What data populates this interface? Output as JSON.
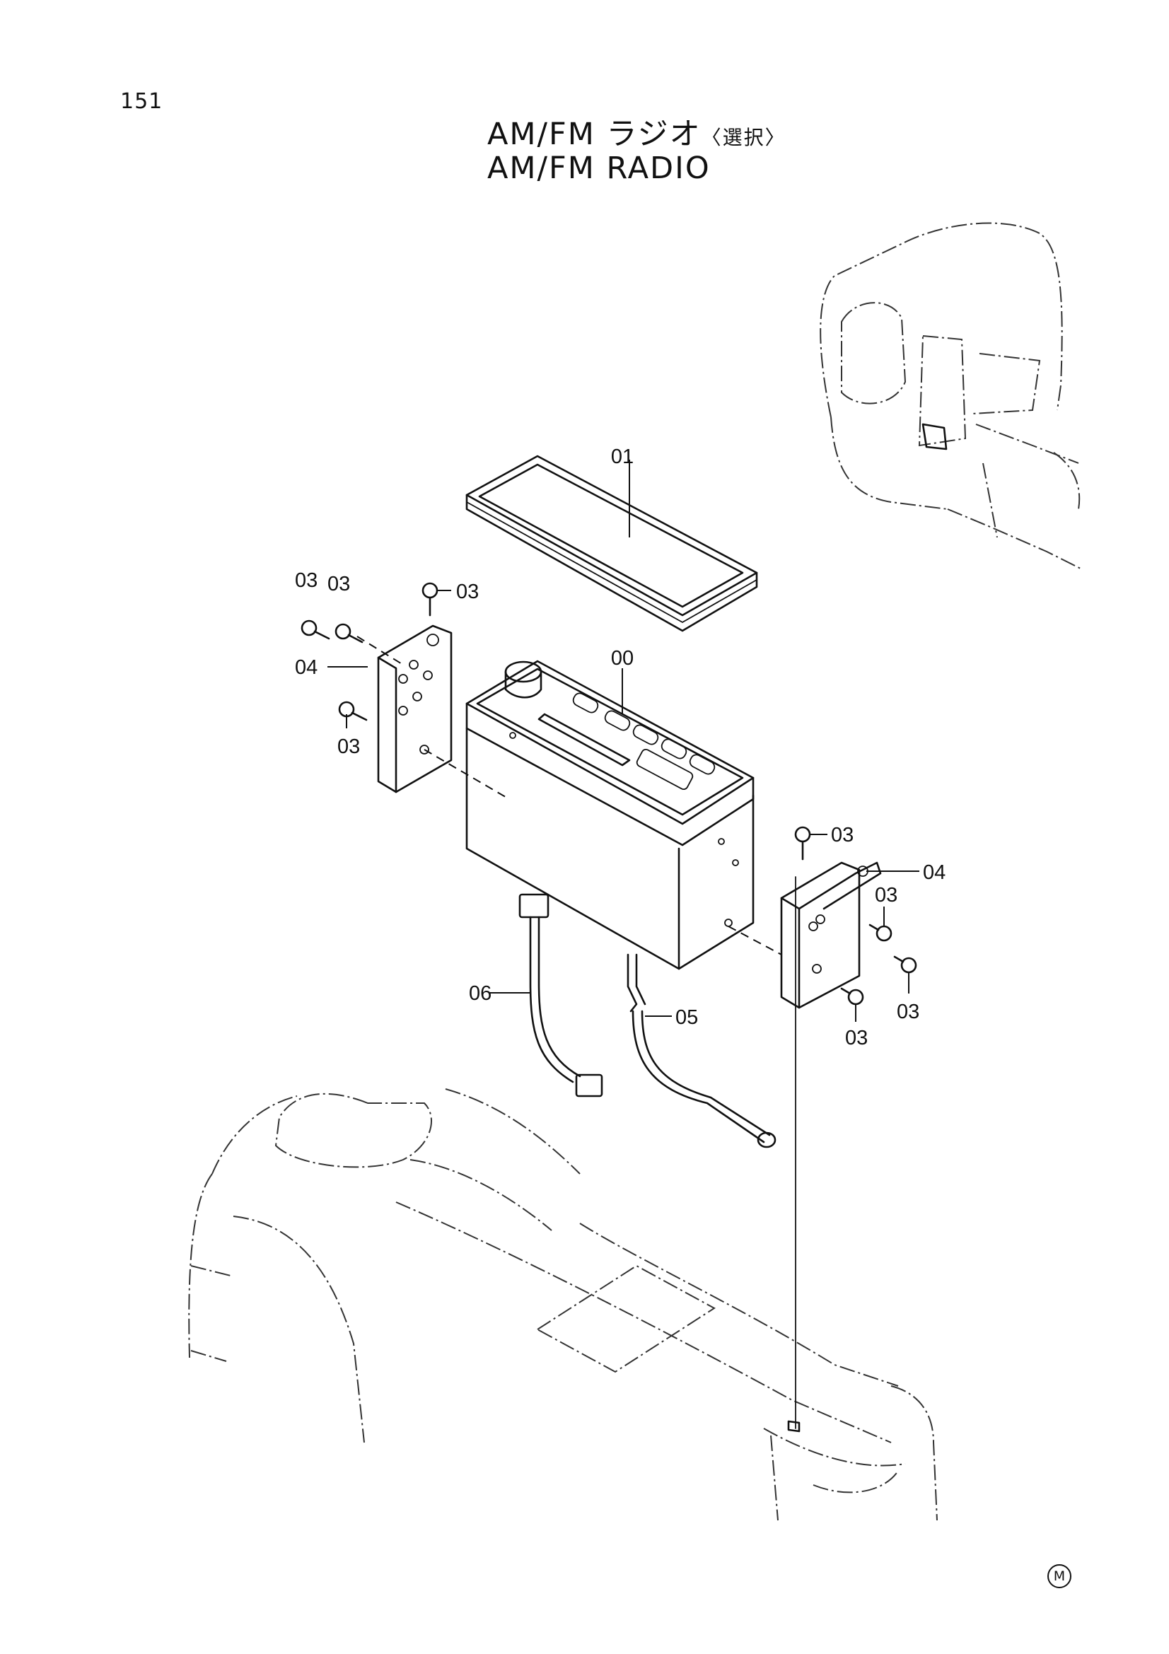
{
  "page": {
    "number": "151"
  },
  "title": {
    "ja_main": "AM/FM ラジオ",
    "ja_note": "〈選択〉",
    "en": "AM/FM RADIO"
  },
  "callouts": {
    "c00": "00",
    "c01": "01",
    "c03a": "03",
    "c03b": "03",
    "c03c": "03",
    "c03d": "03",
    "c04a": "04",
    "c03e": "03",
    "c04b": "04",
    "c03f": "03",
    "c03g": "03",
    "c03h": "03",
    "c05": "05",
    "c06": "06"
  },
  "mark": "M"
}
